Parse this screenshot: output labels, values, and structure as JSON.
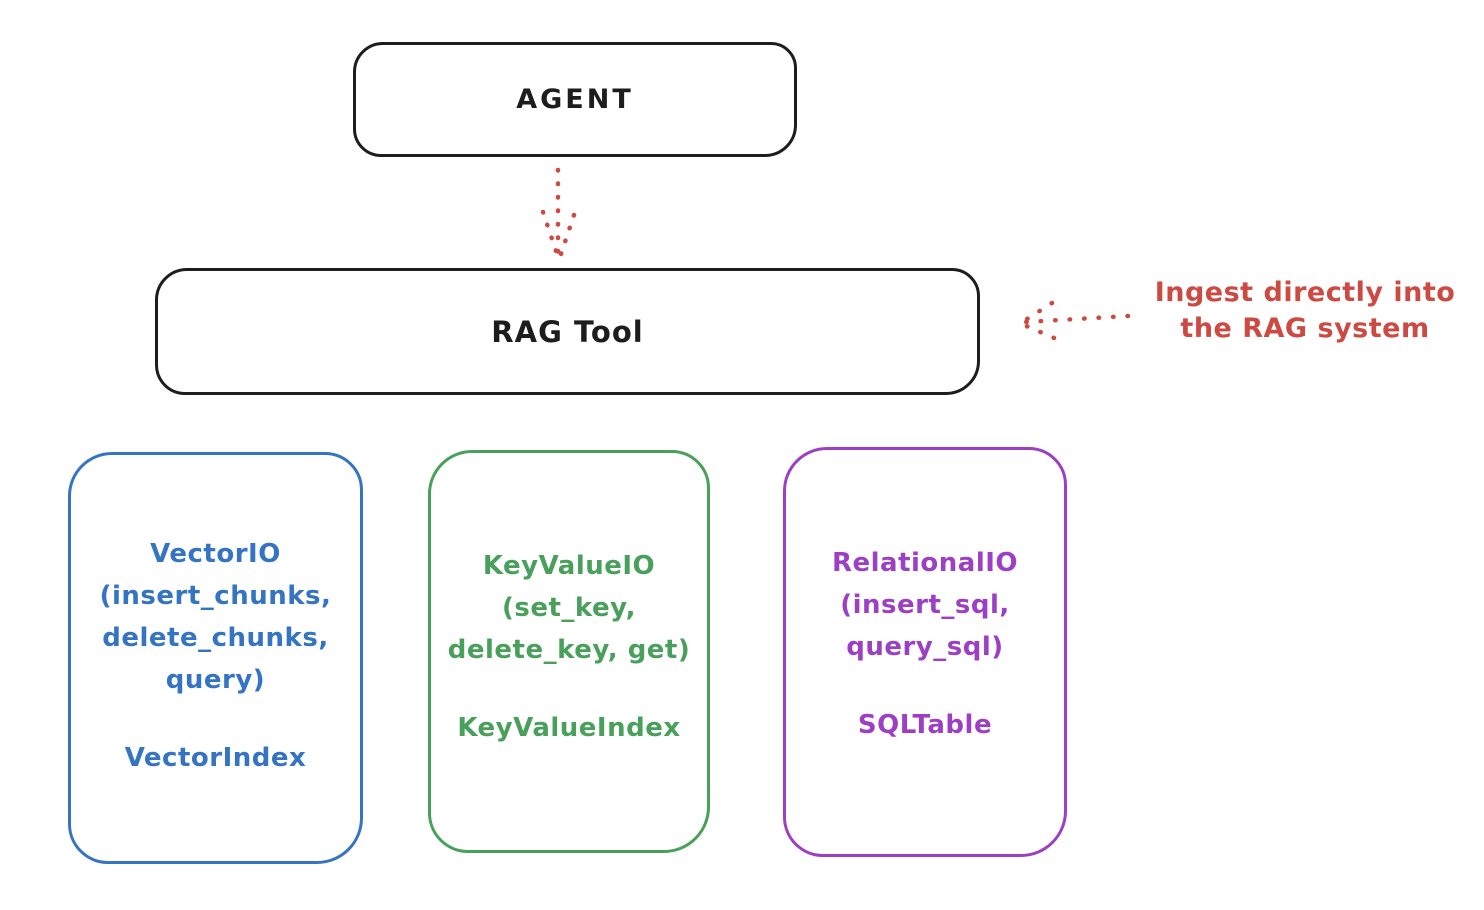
{
  "colors": {
    "black": "#1d1d1d",
    "red": "#cd4a43",
    "blue": "#3574c2",
    "green": "#48a05b",
    "purple": "#9c3fc4",
    "background": "#ffffff"
  },
  "diagram": {
    "agent": {
      "label": "AGENT"
    },
    "rag_tool": {
      "label": "RAG Tool"
    },
    "annotation": {
      "line1": "Ingest directly into",
      "line2": "the RAG system"
    },
    "arrows": [
      {
        "name": "agent-to-ragtool",
        "style": "dotted",
        "color": "#cd4a43",
        "direction": "down"
      },
      {
        "name": "annotation-to-ragtool",
        "style": "dotted",
        "color": "#cd4a43",
        "direction": "left"
      }
    ],
    "backends": [
      {
        "name": "vector-io",
        "color": "#3574c2",
        "lines": [
          "VectorIO",
          "(insert_chunks,",
          "delete_chunks,",
          "query)"
        ],
        "index_label": "VectorIndex"
      },
      {
        "name": "keyvalue-io",
        "color": "#48a05b",
        "lines": [
          "KeyValueIO",
          "(set_key,",
          "delete_key, get)"
        ],
        "index_label": "KeyValueIndex"
      },
      {
        "name": "relational-io",
        "color": "#9c3fc4",
        "lines": [
          "RelationalIO",
          "(insert_sql,",
          "query_sql)"
        ],
        "index_label": "SQLTable"
      }
    ]
  }
}
